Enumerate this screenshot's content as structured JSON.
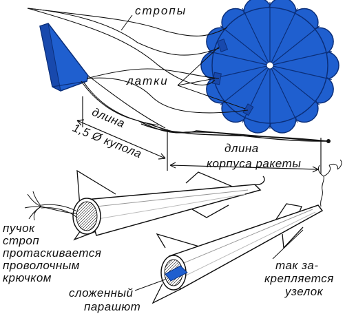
{
  "labels": {
    "lines": "стропы",
    "patches": "латки",
    "length_canopy": [
      "длина",
      "1,5 Ø купола"
    ],
    "length_body": [
      "длина",
      "корпуса ракеты"
    ],
    "bundle": [
      "пучок",
      "строп",
      "протаскивается",
      "проволочным",
      "крючком"
    ],
    "folded": [
      "сложенный",
      "парашют"
    ],
    "knot": [
      "так за-",
      "крепляется",
      "узелок"
    ]
  },
  "colors": {
    "canopy_blue": "#1f5fcf",
    "ink": "#111111",
    "paper": "#ffffff"
  },
  "icons": [
    "parachute-canopy",
    "rocket-nose-cone",
    "rocket-body-cone",
    "folded-parachute"
  ]
}
